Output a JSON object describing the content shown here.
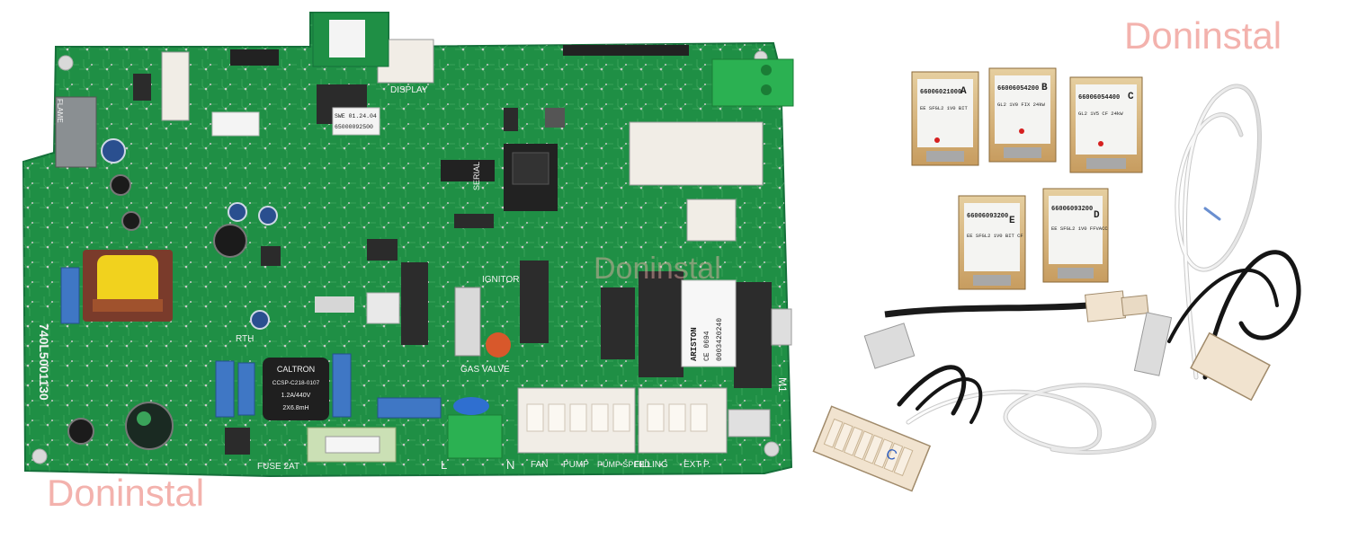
{
  "watermark": "Doninstal",
  "board": {
    "part_number": "740L5001130",
    "labels": {
      "display": "DISPLAY",
      "serial": "SERIAL",
      "ignitor": "IGNITOR",
      "gas_valve": "GAS VALVE",
      "fuse": "FUSE 2AT",
      "fan": "FAN",
      "pump": "PUMP",
      "pump_speed": "PUMP SPEED",
      "filling": "FILLING",
      "ext_p": "EXT P.",
      "l": "L",
      "n": "N",
      "m1": "M1",
      "flame": "FLAME",
      "rth": "RTH"
    },
    "capacitor": {
      "brand": "CALTRON",
      "model": "CCSP-C218-0107",
      "rating": "1.2A/440V",
      "inductance": "2X6.8mH"
    },
    "sticker": {
      "brand": "ARISTON",
      "ce": "CE 0694",
      "code": "0003420240"
    },
    "eeprom_labels": [
      "SWE 01.24.04",
      "65000092500"
    ]
  },
  "keys": [
    {
      "letter": "A",
      "code": "66006021000",
      "desc": "EE SFGL2 1V0 BIT"
    },
    {
      "letter": "B",
      "code": "66006054200",
      "desc": "GL2 1V0 FIX 24kW"
    },
    {
      "letter": "C",
      "code": "66006054400",
      "desc": "GL2 1V5 CF 24kW"
    },
    {
      "letter": "E",
      "code": "66006093200",
      "desc": "EE SFGL2 1V0 BIT CF"
    },
    {
      "letter": "D",
      "code": "66006093200",
      "desc": "EE SFGL2 1V0 FFVACC"
    }
  ],
  "harness_label": "C"
}
